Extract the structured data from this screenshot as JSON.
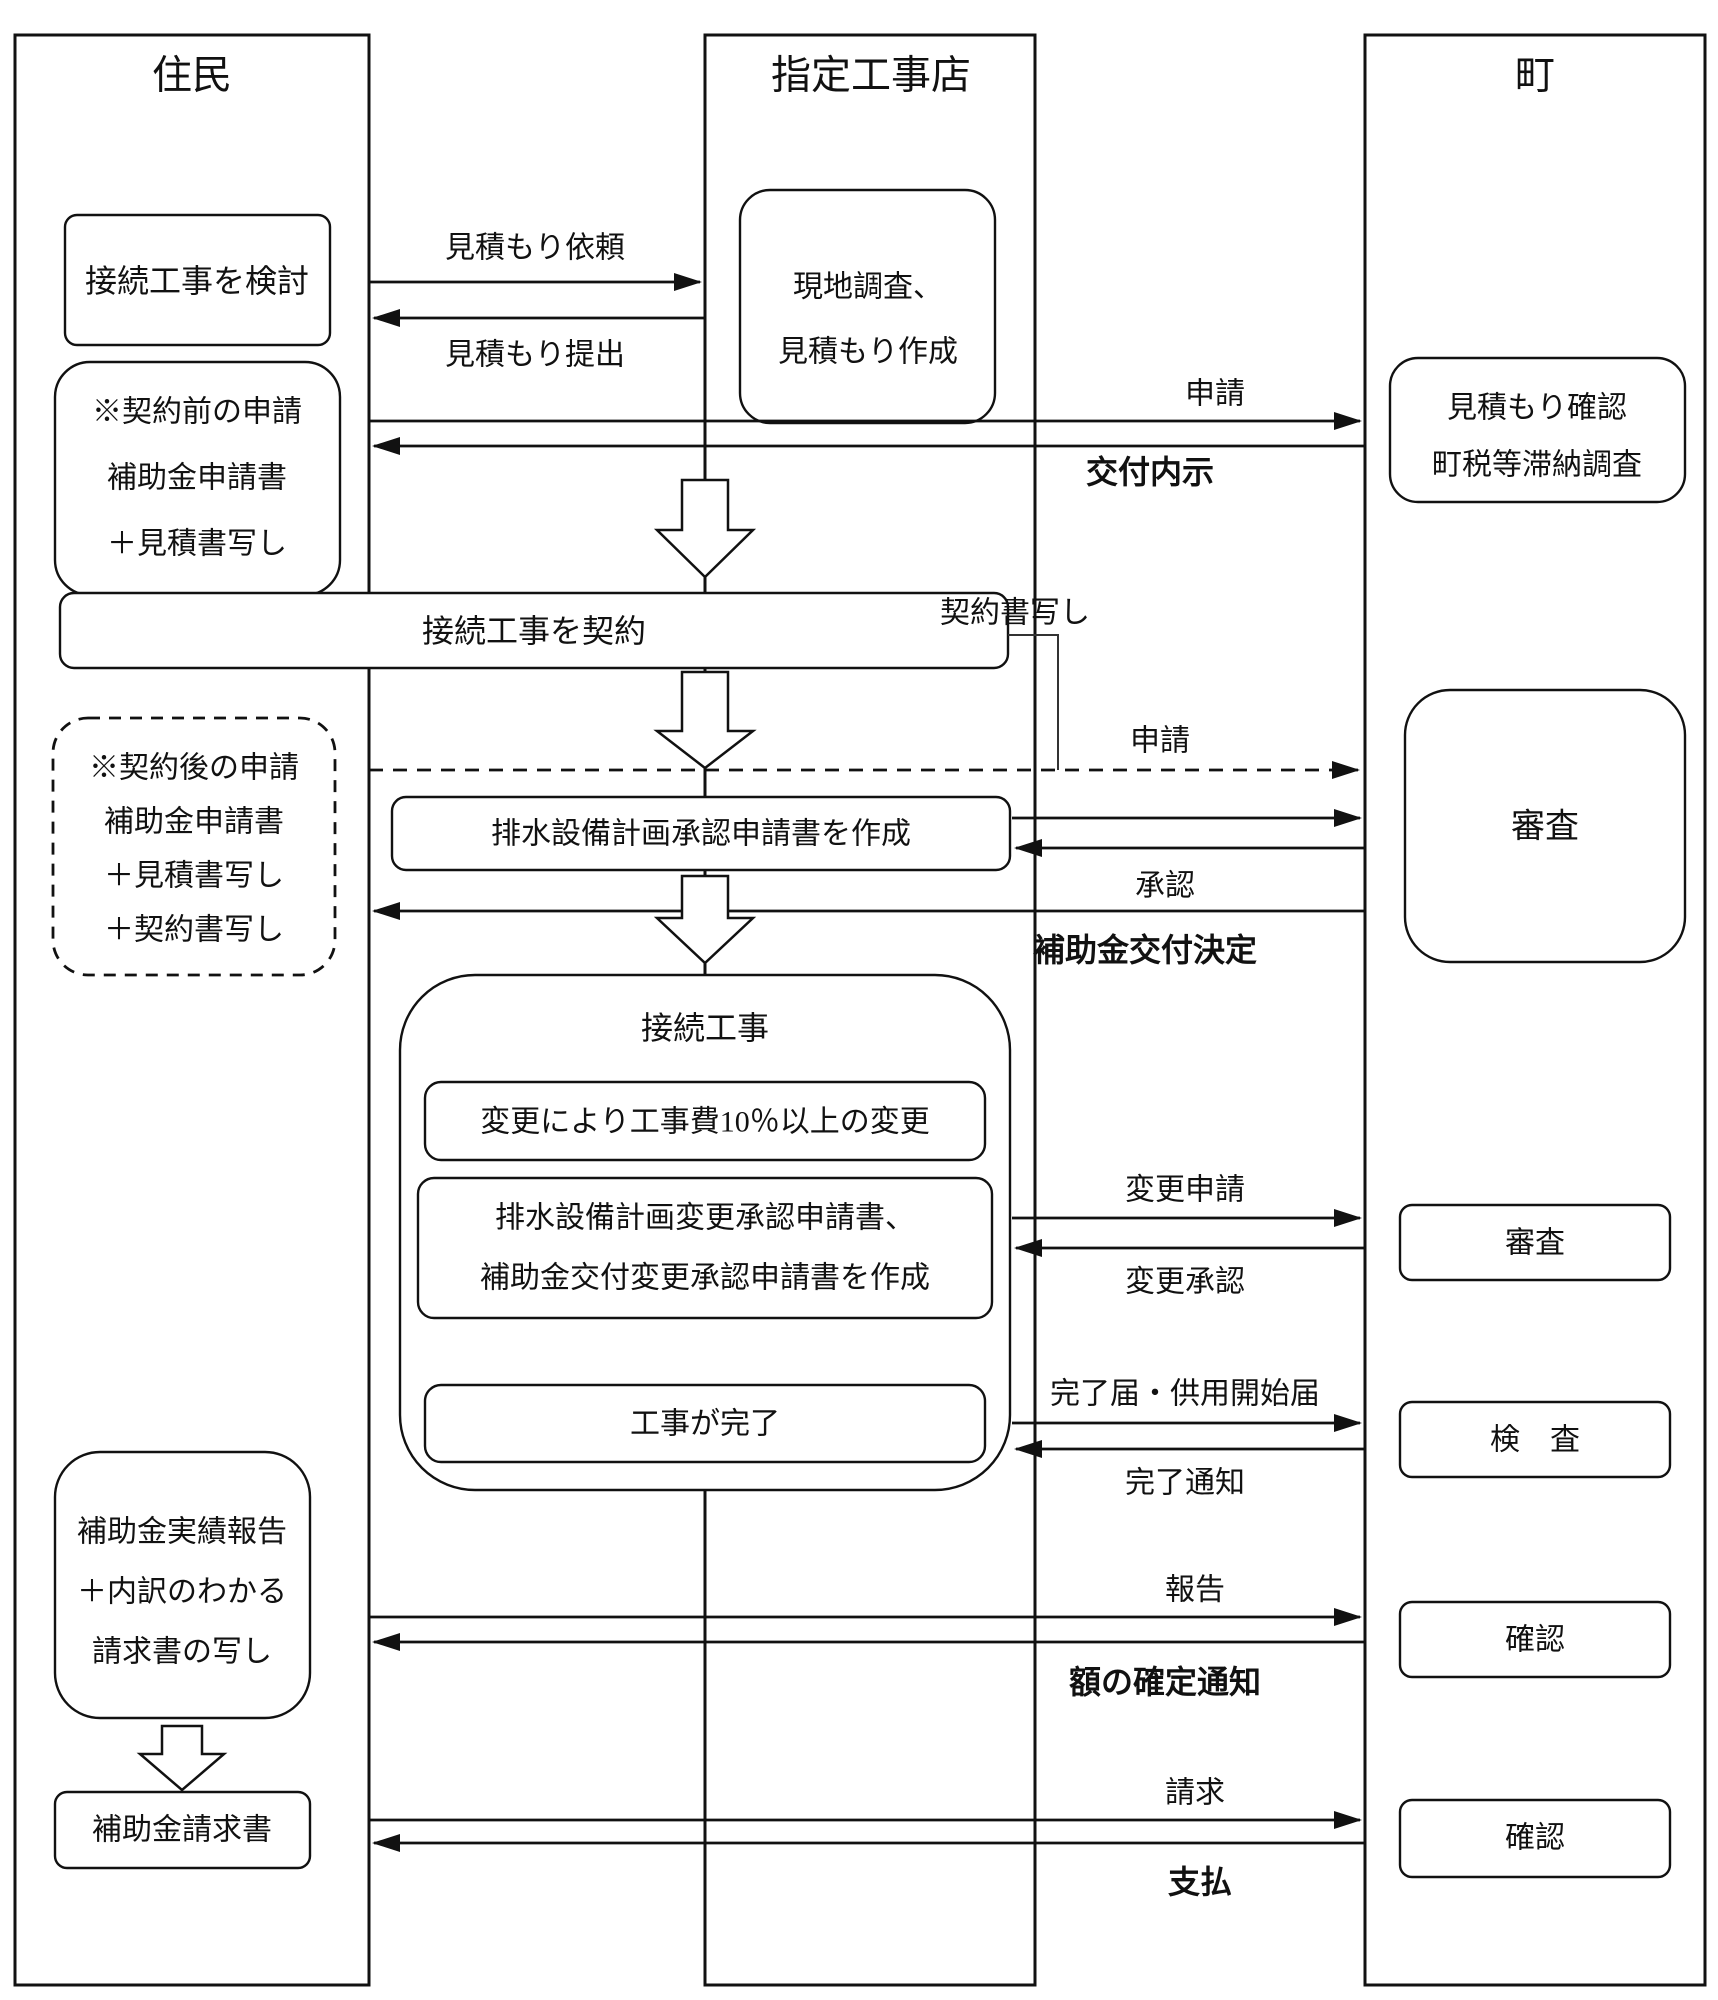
{
  "colors": {
    "stroke": "#111111",
    "background": "#ffffff"
  },
  "lanes": {
    "resident": "住民",
    "contractor": "指定工事店",
    "town": "町"
  },
  "resident": {
    "consider_box": "接続工事を検討",
    "pre_contract_box": [
      "※契約前の申請",
      "補助金申請書",
      "＋見積書写し"
    ],
    "post_contract_box": [
      "※契約後の申請",
      "補助金申請書",
      "＋見積書写し",
      "＋契約書写し"
    ],
    "report_box": [
      "補助金実績報告",
      "＋内訳のわかる",
      "請求書の写し"
    ],
    "invoice_box": "補助金請求書"
  },
  "contractor": {
    "survey_box": [
      "現地調査、",
      "見積もり作成"
    ],
    "contract_box": "接続工事を契約",
    "drainage_plan_box": "排水設備計画承認申請書を作成",
    "construction_box": "接続工事",
    "change_box": "変更により工事費10％以上の変更",
    "change_request_box": [
      "排水設備計画変更承認申請書、",
      "補助金交付変更承認申請書を作成"
    ],
    "complete_box": "工事が完了"
  },
  "town": {
    "estimate_check_box": [
      "見積もり確認",
      "町税等滞納調査"
    ],
    "review_box": "審査",
    "review2_box": "審査",
    "inspection_box": "検　査",
    "confirm_box": "確認",
    "confirm2_box": "確認"
  },
  "labels": {
    "estimate_request": "見積もり依頼",
    "estimate_submit": "見積もり提出",
    "application": "申請",
    "grant_notice": "交付内示",
    "contract_copy": "契約書写し",
    "application2": "申請",
    "approval": "承認",
    "grant_decision": "補助金交付決定",
    "change_request": "変更申請",
    "change_approval": "変更承認",
    "completion_report": "完了届・供用開始届",
    "completion_notice": "完了通知",
    "report": "報告",
    "amount_notice": "額の確定通知",
    "billing": "請求",
    "payment": "支払"
  }
}
